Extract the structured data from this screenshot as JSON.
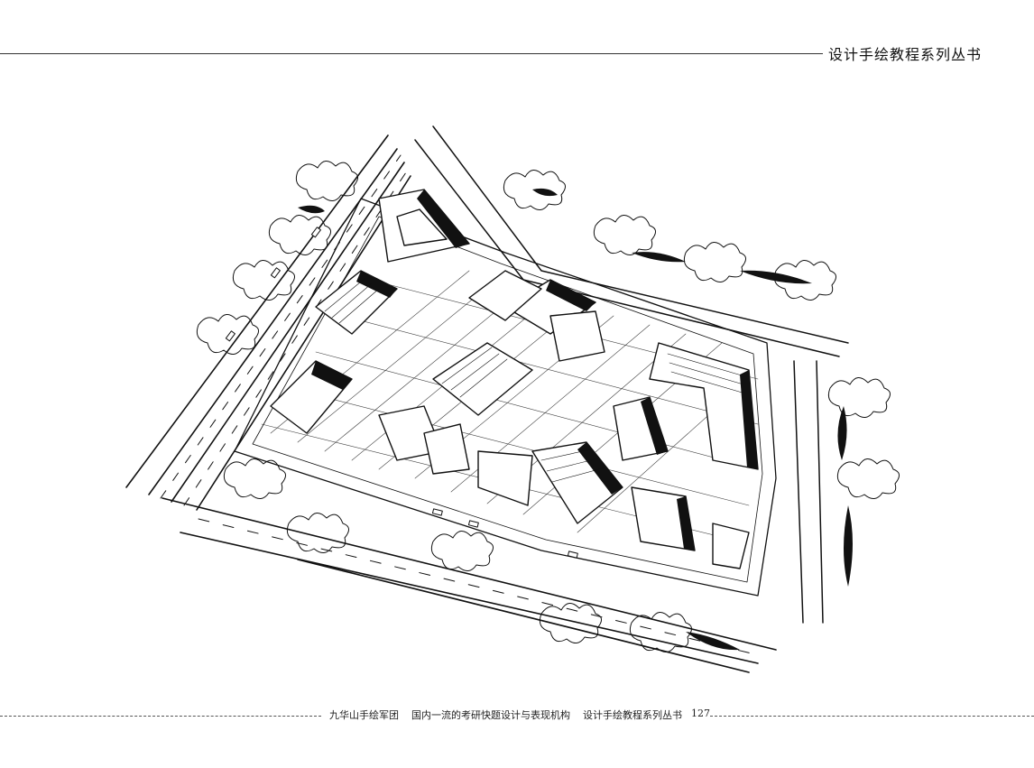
{
  "header": {
    "series_title": "设计手绘教程系列丛书"
  },
  "footer": {
    "org": "九华山手绘军团",
    "slogan": "国内一流的考研快题设计与表现机构",
    "series": "设计手绘教程系列丛书",
    "page_number": "127"
  },
  "illustration": {
    "subject": "hand-drawn aerial perspective of an urban block",
    "colors": {
      "ink": "#111111",
      "paper": "#ffffff"
    }
  }
}
